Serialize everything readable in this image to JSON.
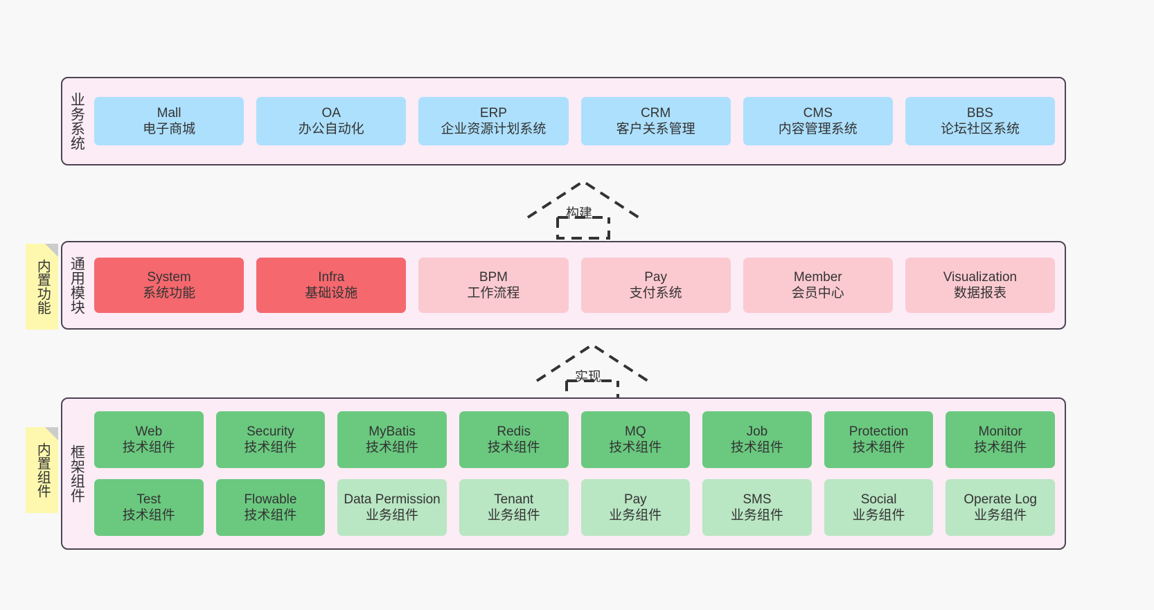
{
  "colors": {
    "panel_bg": "#fbecf6",
    "panel_border": "#4d4352",
    "business_cell": "#ade0fd",
    "module_active": "#f4686e",
    "module_inactive": "#fbcad0",
    "tech_component": "#6ac97f",
    "biz_component": "#b9e6c3",
    "note_bg": "#fdf8ae",
    "note_fold": "#cccccc",
    "page_bg": "#f8f8f8"
  },
  "layers": {
    "business": {
      "label": "业务系统",
      "cells": [
        {
          "title": "Mall",
          "sub": "电子商城"
        },
        {
          "title": "OA",
          "sub": "办公自动化"
        },
        {
          "title": "ERP",
          "sub": "企业资源计划系统"
        },
        {
          "title": "CRM",
          "sub": "客户关系管理"
        },
        {
          "title": "CMS",
          "sub": "内容管理系统"
        },
        {
          "title": "BBS",
          "sub": "论坛社区系统"
        }
      ]
    },
    "modules": {
      "label": "通用模块",
      "note": "内置功能",
      "cells": [
        {
          "title": "System",
          "sub": "系统功能"
        },
        {
          "title": "Infra",
          "sub": "基础设施"
        },
        {
          "title": "BPM",
          "sub": "工作流程"
        },
        {
          "title": "Pay",
          "sub": "支付系统"
        },
        {
          "title": "Member",
          "sub": "会员中心"
        },
        {
          "title": "Visualization",
          "sub": "数据报表"
        }
      ]
    },
    "framework": {
      "label": "框架组件",
      "note": "内置组件",
      "row1": [
        {
          "title": "Web",
          "sub": "技术组件"
        },
        {
          "title": "Security",
          "sub": "技术组件"
        },
        {
          "title": "MyBatis",
          "sub": "技术组件"
        },
        {
          "title": "Redis",
          "sub": "技术组件"
        },
        {
          "title": "MQ",
          "sub": "技术组件"
        },
        {
          "title": "Job",
          "sub": "技术组件"
        },
        {
          "title": "Protection",
          "sub": "技术组件"
        },
        {
          "title": "Monitor",
          "sub": "技术组件"
        }
      ],
      "row2": [
        {
          "title": "Test",
          "sub": "技术组件"
        },
        {
          "title": "Flowable",
          "sub": "技术组件"
        },
        {
          "title": "Data Permission",
          "sub": "业务组件"
        },
        {
          "title": "Tenant",
          "sub": "业务组件"
        },
        {
          "title": "Pay",
          "sub": "业务组件"
        },
        {
          "title": "SMS",
          "sub": "业务组件"
        },
        {
          "title": "Social",
          "sub": "业务组件"
        },
        {
          "title": "Operate Log",
          "sub": "业务组件"
        }
      ]
    }
  },
  "arrows": [
    {
      "label": "构建"
    },
    {
      "label": "实现"
    }
  ]
}
